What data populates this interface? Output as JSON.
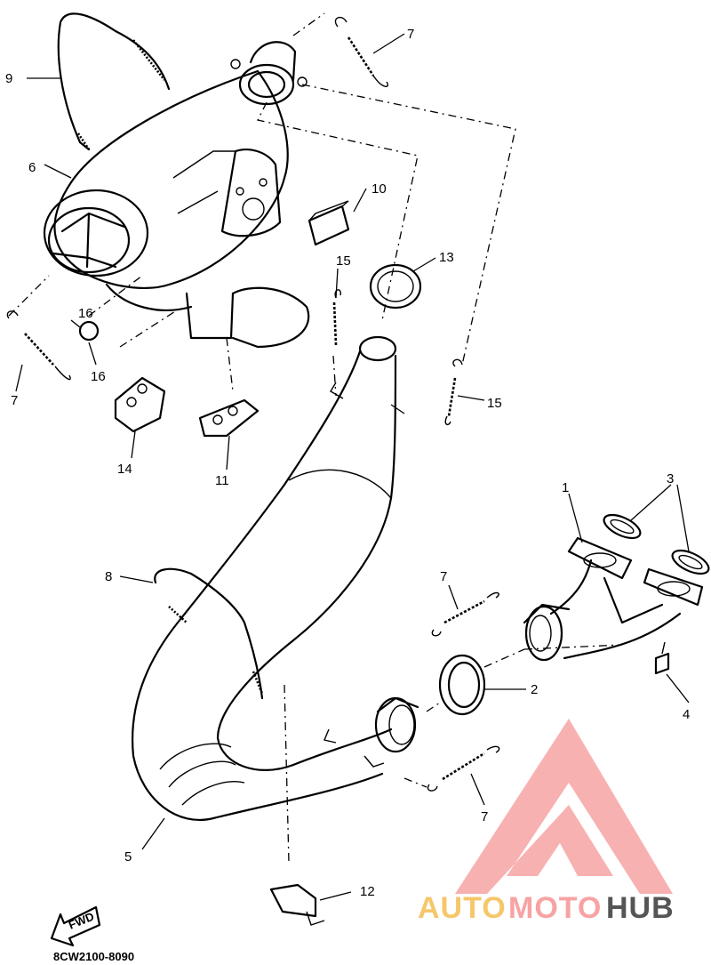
{
  "diagram": {
    "drawing_code": "8CW2100-8090",
    "fwd_label": "FWD",
    "callouts": [
      "9",
      "7",
      "6",
      "10",
      "13",
      "15",
      "16",
      "7",
      "16",
      "15",
      "14",
      "11",
      "1",
      "3",
      "8",
      "7",
      "2",
      "4",
      "5",
      "7",
      "12"
    ],
    "parts": [
      "muffler",
      "exhaust-pipe",
      "exhaust-joint",
      "gasket-ring",
      "exhaust-manifold-flange",
      "flange-gaskets",
      "bolt",
      "spring",
      "springs",
      "band",
      "clamp-bracket",
      "damper-10",
      "damper-11",
      "damper-12",
      "damper-14",
      "grommet-16",
      "gasket-13"
    ]
  },
  "watermark": {
    "text_auto": "AUTO",
    "text_moto": "MOTO",
    "text_hub": "HUB",
    "color_primary": "#f7a3a3",
    "color_accent": "#f5c76a",
    "color_dark": "#555555"
  }
}
